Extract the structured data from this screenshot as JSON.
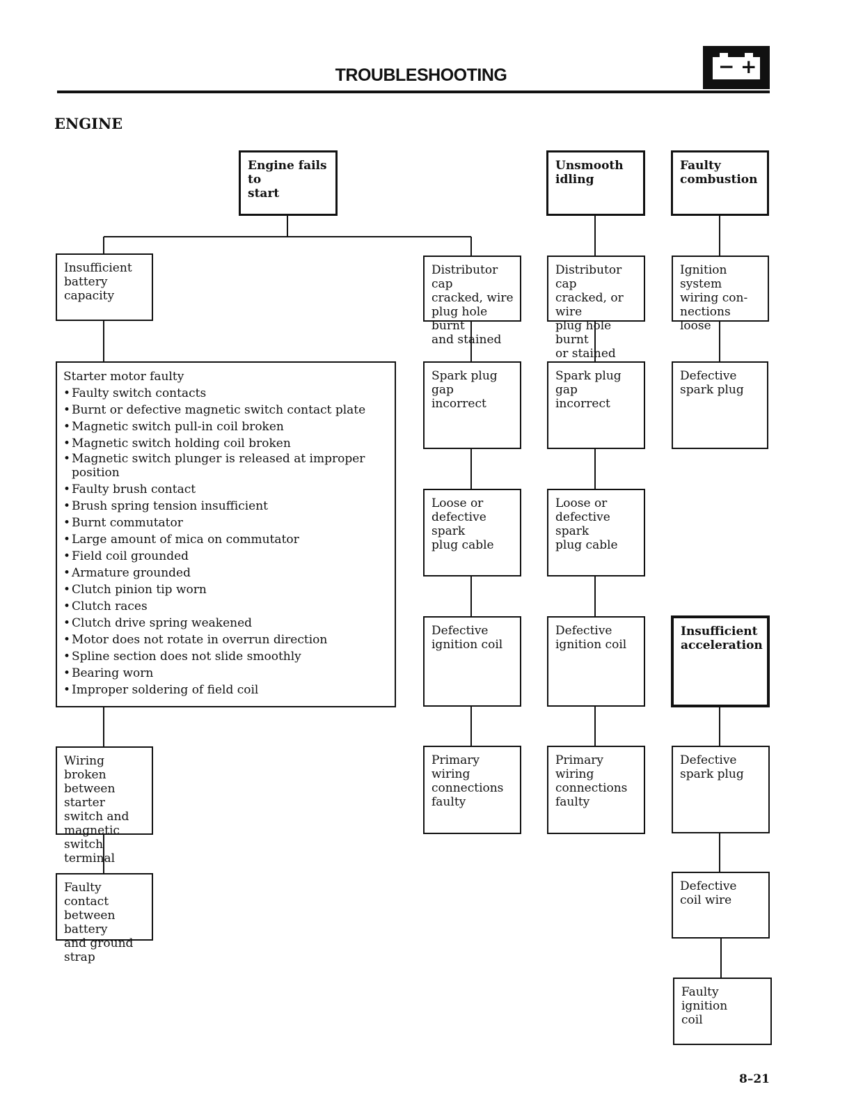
{
  "header": {
    "title": "TROUBLESHOOTING",
    "battery_icon": {
      "minus": "−",
      "plus": "+"
    }
  },
  "section_title": "ENGINE",
  "page_number": "8–21",
  "chart": {
    "col1": {
      "head": "Engine fails to\nstart",
      "battery": "Insufficient\nbattery capacity",
      "starter_title": "Starter motor faulty",
      "starter_items": [
        "Faulty switch contacts",
        "Burnt or defective magnetic switch contact plate",
        "Magnetic switch pull-in coil broken",
        "Magnetic switch holding coil broken",
        "Magnetic switch plunger is released at improper position",
        "Faulty brush contact",
        "Brush spring tension insufficient",
        "Burnt commutator",
        "Large amount of mica on commutator",
        "Field coil grounded",
        "Armature grounded",
        "Clutch pinion tip worn",
        "Clutch races",
        "Clutch drive spring weakened",
        "Motor does not rotate in overrun direction",
        "Spline section does not slide smoothly",
        "Bearing worn",
        "Improper soldering of field coil"
      ],
      "wiring": "Wiring broken\nbetween starter\nswitch and\nmagnetic switch\nterminal",
      "contact": "Faulty contact\nbetween battery\nand ground\nstrap"
    },
    "col2": {
      "distributor": "Distributor cap\ncracked, wire\nplug hole burnt\nand stained",
      "spark_gap": "Spark plug gap\nincorrect",
      "cable": "Loose or\ndefective spark\nplug cable",
      "coil": "Defective\nignition coil",
      "primary": "Primary wiring\nconnections\nfaulty"
    },
    "col3": {
      "head": "Unsmooth\nidling",
      "distributor": "Distributor cap\ncracked, or wire\nplug hole burnt\nor stained",
      "spark_gap": "Spark plug gap\nincorrect",
      "cable": "Loose or\ndefective spark\nplug cable",
      "coil": "Defective\nignition coil",
      "primary": "Primary wiring\nconnections\nfaulty"
    },
    "col4": {
      "head": "Faulty\ncombustion",
      "ignition": "Ignition system\nwiring con-\nnections loose",
      "spark_plug": "Defective\nspark plug",
      "head2": "Insufficient\nacceleration",
      "spark_plug2": "Defective\nspark plug",
      "coil_wire": "Defective\ncoil wire",
      "ignition_coil": "Faulty ignition\ncoil"
    }
  }
}
